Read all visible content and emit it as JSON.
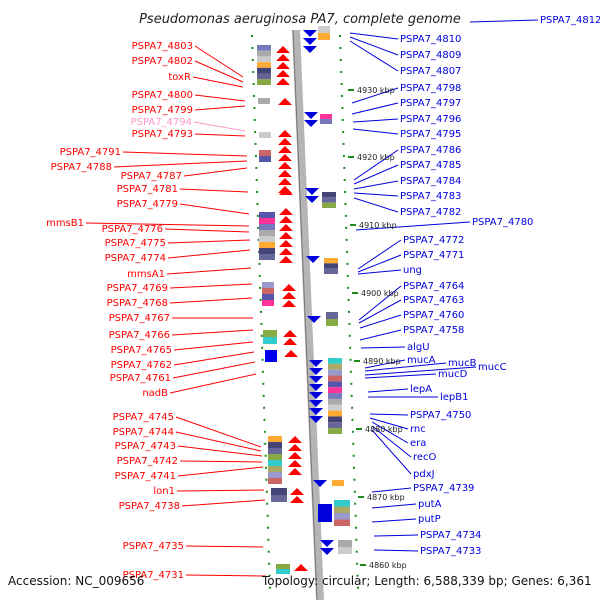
{
  "title": "Pseudomonas aeruginosa PA7, complete genome",
  "accession": "Accession: NC_009656",
  "summary": "Topology: circular; Length: 6,588,339 bp; Genes: 6,361",
  "colors": {
    "forward": "#ff0000",
    "reverse": "#0000dd",
    "faint": "#ff99cc"
  },
  "scale_labels": [
    "4930 kbp",
    "4920 kbp",
    "4910 kbp",
    "4900 kbp",
    "4890 kbp",
    "4880 kbp",
    "4870 kbp",
    "4860 kbp"
  ],
  "left_labels": [
    "PSPA7_4803",
    "PSPA7_4802",
    "toxR",
    "PSPA7_4800",
    "PSPA7_4799",
    "PSPA7_4794",
    "PSPA7_4793",
    "PSPA7_4791",
    "PSPA7_4788",
    "PSPA7_4787",
    "PSPA7_4781",
    "PSPA7_4779",
    "mmsB1",
    "PSPA7_4776",
    "PSPA7_4775",
    "PSPA7_4774",
    "mmsA1",
    "PSPA7_4769",
    "PSPA7_4768",
    "PSPA7_4767",
    "PSPA7_4766",
    "PSPA7_4765",
    "PSPA7_4762",
    "PSPA7_4761",
    "nadB",
    "PSPA7_4745",
    "PSPA7_4744",
    "PSPA7_4743",
    "PSPA7_4742",
    "PSPA7_4741",
    "lon1",
    "PSPA7_4738",
    "PSPA7_4735",
    "PSPA7_4731"
  ],
  "right_labels": [
    "PSPA7_4812",
    "PSPA7_4810",
    "PSPA7_4809",
    "PSPA7_4807",
    "PSPA7_4798",
    "PSPA7_4797",
    "PSPA7_4796",
    "PSPA7_4795",
    "PSPA7_4786",
    "PSPA7_4785",
    "PSPA7_4784",
    "PSPA7_4783",
    "PSPA7_4782",
    "PSPA7_4780",
    "PSPA7_4772",
    "PSPA7_4771",
    "ung",
    "PSPA7_4764",
    "PSPA7_4763",
    "PSPA7_4760",
    "PSPA7_4758",
    "algU",
    "mucA",
    "mucB",
    "mucC",
    "mucD",
    "lepA",
    "lepB1",
    "PSPA7_4750",
    "rnc",
    "era",
    "recO",
    "pdxJ",
    "PSPA7_4739",
    "putA",
    "putP",
    "PSPA7_4734",
    "PSPA7_4733"
  ]
}
